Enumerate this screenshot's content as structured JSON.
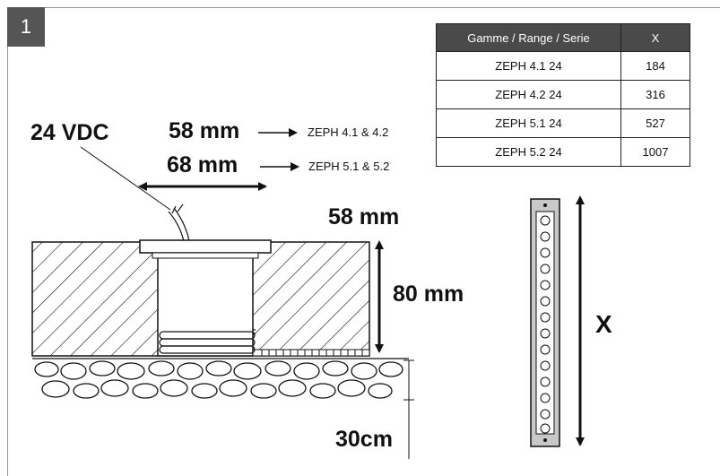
{
  "step_number": "1",
  "table": {
    "headers": [
      "Gamme / Range / Serie",
      "X"
    ],
    "rows": [
      [
        "ZEPH 4.1 24",
        "184"
      ],
      [
        "ZEPH 4.2 24",
        "316"
      ],
      [
        "ZEPH 5.1 24",
        "527"
      ],
      [
        "ZEPH 5.2 24",
        "1007"
      ]
    ]
  },
  "labels": {
    "voltage": "24 VDC",
    "width_a": "58 mm",
    "width_a_models": "ZEPH 4.1 & 4.2",
    "width_b": "68 mm",
    "width_b_models": "ZEPH 5.1 & 5.2",
    "top_width": "58 mm",
    "depth": "80 mm",
    "gravel_depth": "30cm",
    "length_symbol": "X"
  },
  "colors": {
    "step_bg": "#555555",
    "header_bg": "#4a4a4a",
    "line": "#111111"
  },
  "icons": [
    "arrow-right-icon",
    "double-arrow-icon",
    "led-strip-icon"
  ]
}
